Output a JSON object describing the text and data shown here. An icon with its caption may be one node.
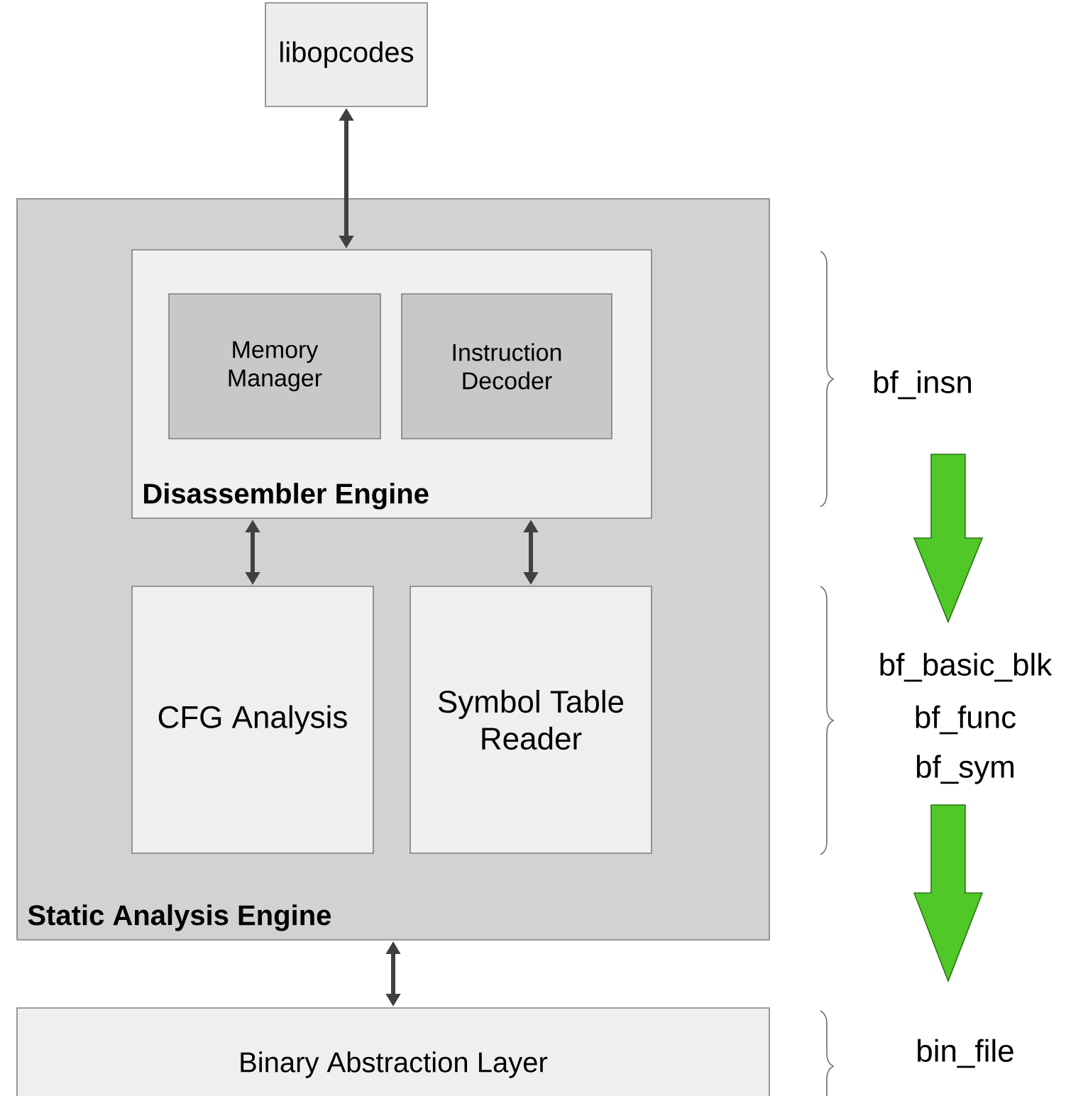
{
  "diagram": {
    "nodes": [
      {
        "text": [
          "libopcodes"
        ]
      },
      {
        "text": [
          "Static Analysis Engine"
        ]
      },
      {
        "text": [
          "Disassembler Engine"
        ],
        "in": 1
      },
      {
        "text": [
          "Memory Manager"
        ],
        "in": 2
      },
      {
        "text": [
          "Instruction Decoder"
        ],
        "in": 2
      },
      {
        "text": [
          "CFG Analysis"
        ],
        "in": 1
      },
      {
        "text": [
          "Symbol Table Reader"
        ],
        "in": 1
      },
      {
        "text": [
          "Binary Abstraction Layer"
        ]
      }
    ],
    "edges": [
      {
        "from": 0,
        "to": 2,
        "arrow": "both"
      },
      {
        "from": 2,
        "to": 5,
        "arrow": "both"
      },
      {
        "from": 2,
        "to": 6,
        "arrow": "both"
      },
      {
        "from": 1,
        "to": 7,
        "arrow": "both"
      }
    ],
    "labels": [
      "bf_insn",
      "bf_basic_blk",
      "bf_func",
      "bf_sym",
      "bin_file"
    ]
  }
}
